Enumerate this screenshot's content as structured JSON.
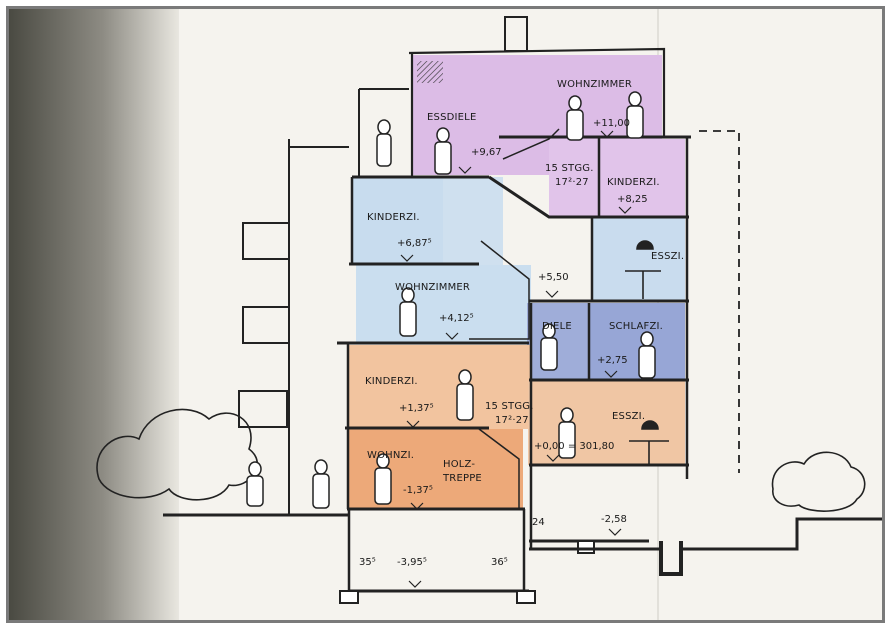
{
  "colors": {
    "paper": "#f4f2ec",
    "shadow": "#5b5b52",
    "ink": "#222222",
    "purple": "#d9b6e3",
    "blue": "#c9dbec",
    "deep_blue": "#9aaad8",
    "orange": "#f1c19a",
    "dark_orange": "#e7a877",
    "basement": "#f2f0ea"
  },
  "rooms": {
    "wohnzimmer_top": "WOHNZIMMER",
    "essdiele": "ESSDIELE",
    "kinderzi_upper": "KINDERZI.",
    "kinderzi_top": "KINDERZI.",
    "esszi_upper": "ESSZI.",
    "wohnzimmer_mid": "WOHNZIMMER",
    "diele": "DIELE",
    "schlafzi": "SCHLAFZI.",
    "kinderzi_lower": "KINDERZI.",
    "esszi_lower": "ESSZI.",
    "wohnzi": "WOHNZI.",
    "holztreppe_1": "HOLZ-",
    "holztreppe_2": "TREPPE"
  },
  "stairs": {
    "upper_1": "15 STGG.",
    "upper_2": "17²·27",
    "lower_1": "15 STGG.",
    "lower_2": "17²·27"
  },
  "levels": {
    "l1100": "+11,00",
    "l967": "+9,67",
    "l825": "+8,25",
    "l687": "+6,87⁵",
    "l550": "+5,50",
    "l412": "+4,12⁵",
    "l275": "+2,75",
    "l137": "+1,37⁵",
    "l000": "+0,00 = 301,80",
    "lm137": "-1,37⁵",
    "lm258": "-2,58",
    "lm395": "-3,95⁵"
  },
  "dims": {
    "d24": "24",
    "d355_left": "35⁵",
    "d365_right": "36⁵"
  }
}
